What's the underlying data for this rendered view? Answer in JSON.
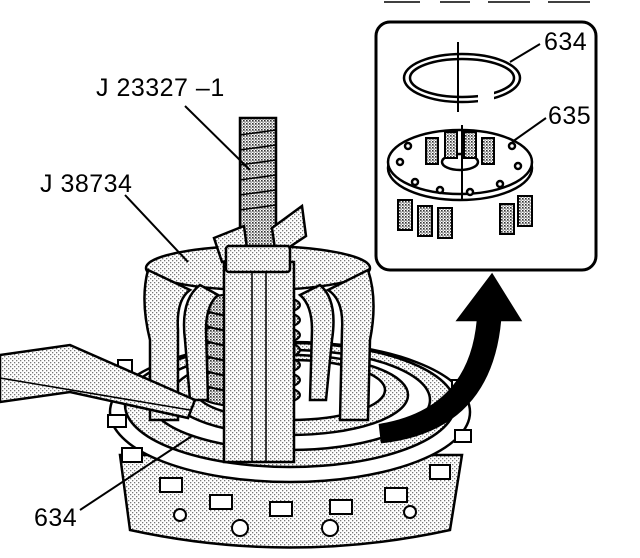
{
  "labels": {
    "tool_adapter": "J 23327 –1",
    "tool_compressor": "J 38734",
    "snap_ring_inset": "634",
    "spring_assembly": "635",
    "snap_ring_main": "634"
  },
  "colors": {
    "ink": "#000000",
    "paper": "#ffffff",
    "stipple": "#9a9a9a"
  }
}
